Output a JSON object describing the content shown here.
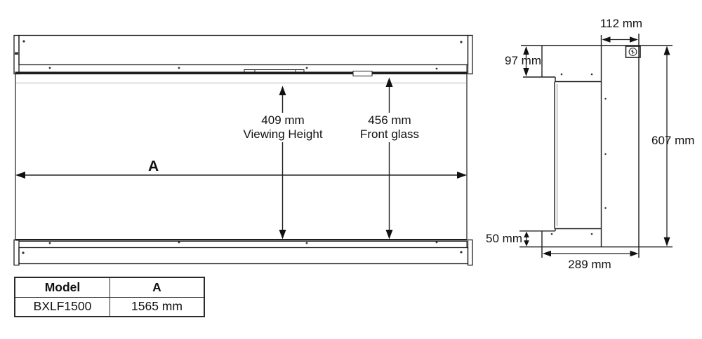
{
  "front_view": {
    "dim_a_label": "A",
    "viewing_height": {
      "value": "409 mm",
      "label": "Viewing Height"
    },
    "front_glass": {
      "value": "456 mm",
      "label": "Front glass"
    }
  },
  "side_view": {
    "top_depth": "112 mm",
    "top_height": "97 mm",
    "total_height": "607 mm",
    "bottom_height": "50 mm",
    "depth": "289 mm"
  },
  "table": {
    "headers": [
      "Model",
      "A"
    ],
    "rows": [
      [
        "BXLF1500",
        "1565 mm"
      ]
    ]
  }
}
